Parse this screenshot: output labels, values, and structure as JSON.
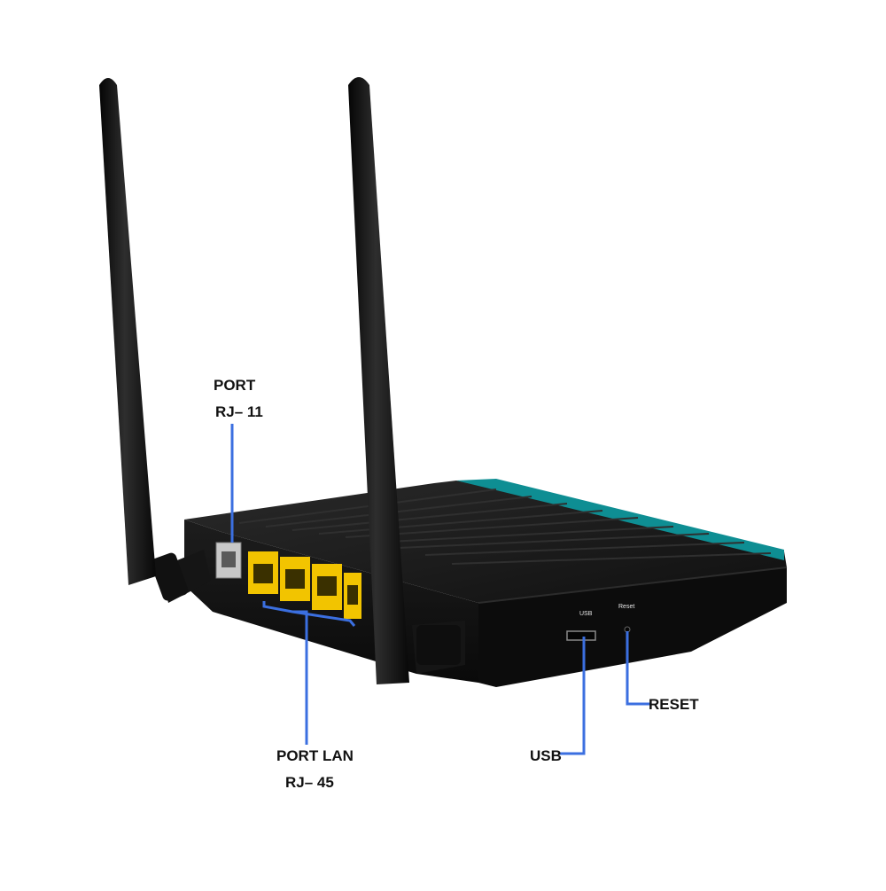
{
  "colors": {
    "callout_line": "#3b6fe0",
    "router_body": "#141414",
    "router_top": "#1b1b1b",
    "accent_strip": "#0e8e93",
    "lan_port": "#f2c400",
    "antenna": "#121212"
  },
  "callouts": {
    "rj11": {
      "line1": "PORT",
      "line2": "RJ– 11"
    },
    "lan": {
      "line1": "PORT LAN",
      "line2": "RJ– 45"
    },
    "usb": {
      "label": "USB"
    },
    "reset": {
      "label": "RESET"
    }
  },
  "panel_print": {
    "usb": "USB",
    "reset": "Reset"
  },
  "lan_port_count": 4
}
